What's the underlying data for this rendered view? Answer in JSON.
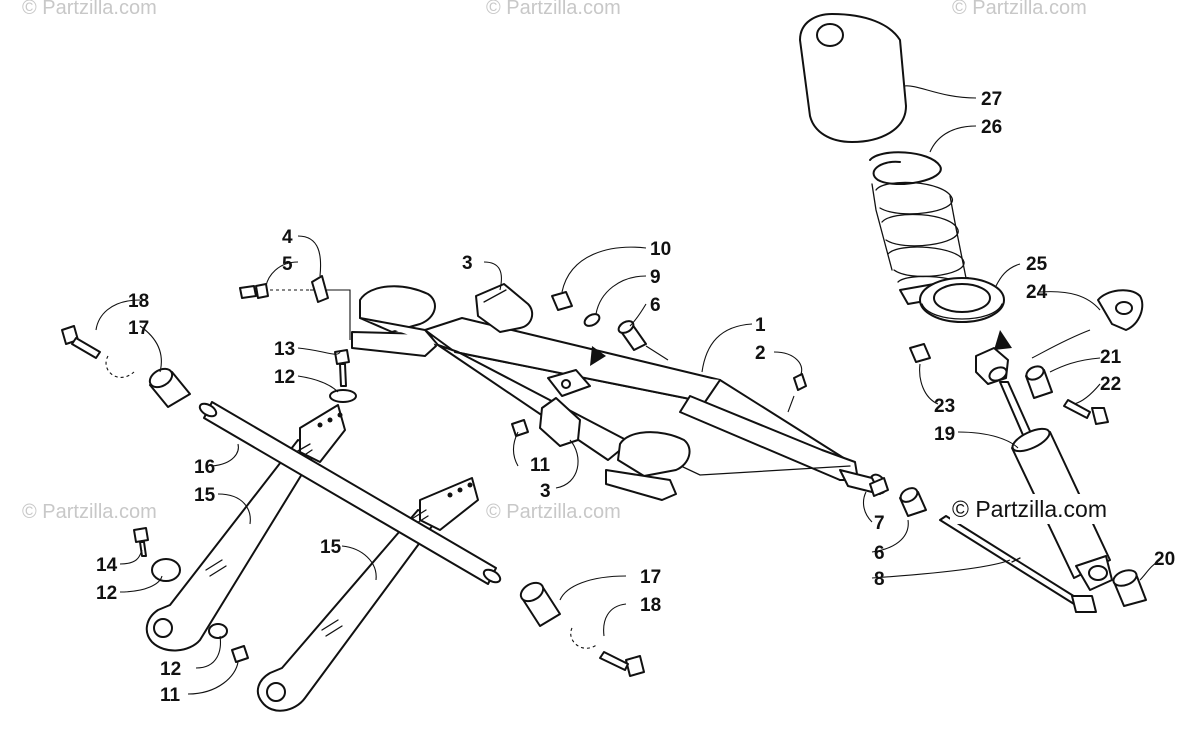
{
  "watermarks": {
    "top_left": "© Partzilla.com",
    "top_center": "© Partzilla.com",
    "top_right": "© Partzilla.com",
    "mid_left": "© Partzilla.com",
    "mid_center": "© Partzilla.com",
    "main": "© Partzilla.com"
  },
  "callouts": {
    "c1": "1",
    "c2": "2",
    "c3a": "3",
    "c3b": "3",
    "c4": "4",
    "c5": "5",
    "c6a": "6",
    "c6b": "6",
    "c7": "7",
    "c8": "8",
    "c9": "9",
    "c10": "10",
    "c11a": "11",
    "c11b": "11",
    "c12a": "12",
    "c12b": "12",
    "c12c": "12",
    "c13": "13",
    "c14": "14",
    "c15a": "15",
    "c15b": "15",
    "c16": "16",
    "c17a": "17",
    "c17b": "17",
    "c18a": "18",
    "c18b": "18",
    "c19": "19",
    "c20": "20",
    "c21": "21",
    "c22": "22",
    "c23": "23",
    "c24": "24",
    "c25": "25",
    "c26": "26",
    "c27": "27"
  },
  "colors": {
    "ink": "#111111",
    "watermark": "#c8c8c8",
    "background": "#ffffff"
  }
}
